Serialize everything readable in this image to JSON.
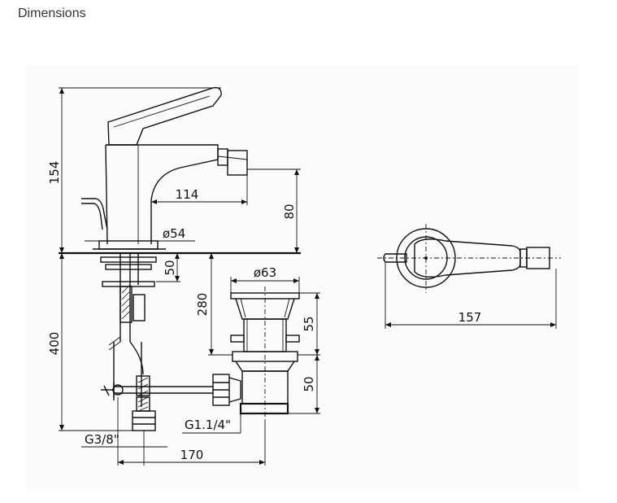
{
  "page": {
    "heading": "Dimensions"
  },
  "diagram": {
    "dimensions": {
      "total_height_tap": "154",
      "spout_reach": "114",
      "spout_height": "80",
      "base_diameter": "ø54",
      "base_to_nut": "50",
      "hose_length": "400",
      "waste_total": "280",
      "waste_diameter": "ø63",
      "waste_upper": "55",
      "waste_lower": "50",
      "waste_thread": "G1.1/4\"",
      "inlet_thread": "G3/8\"",
      "waste_offset": "170",
      "top_view_length": "157"
    }
  }
}
